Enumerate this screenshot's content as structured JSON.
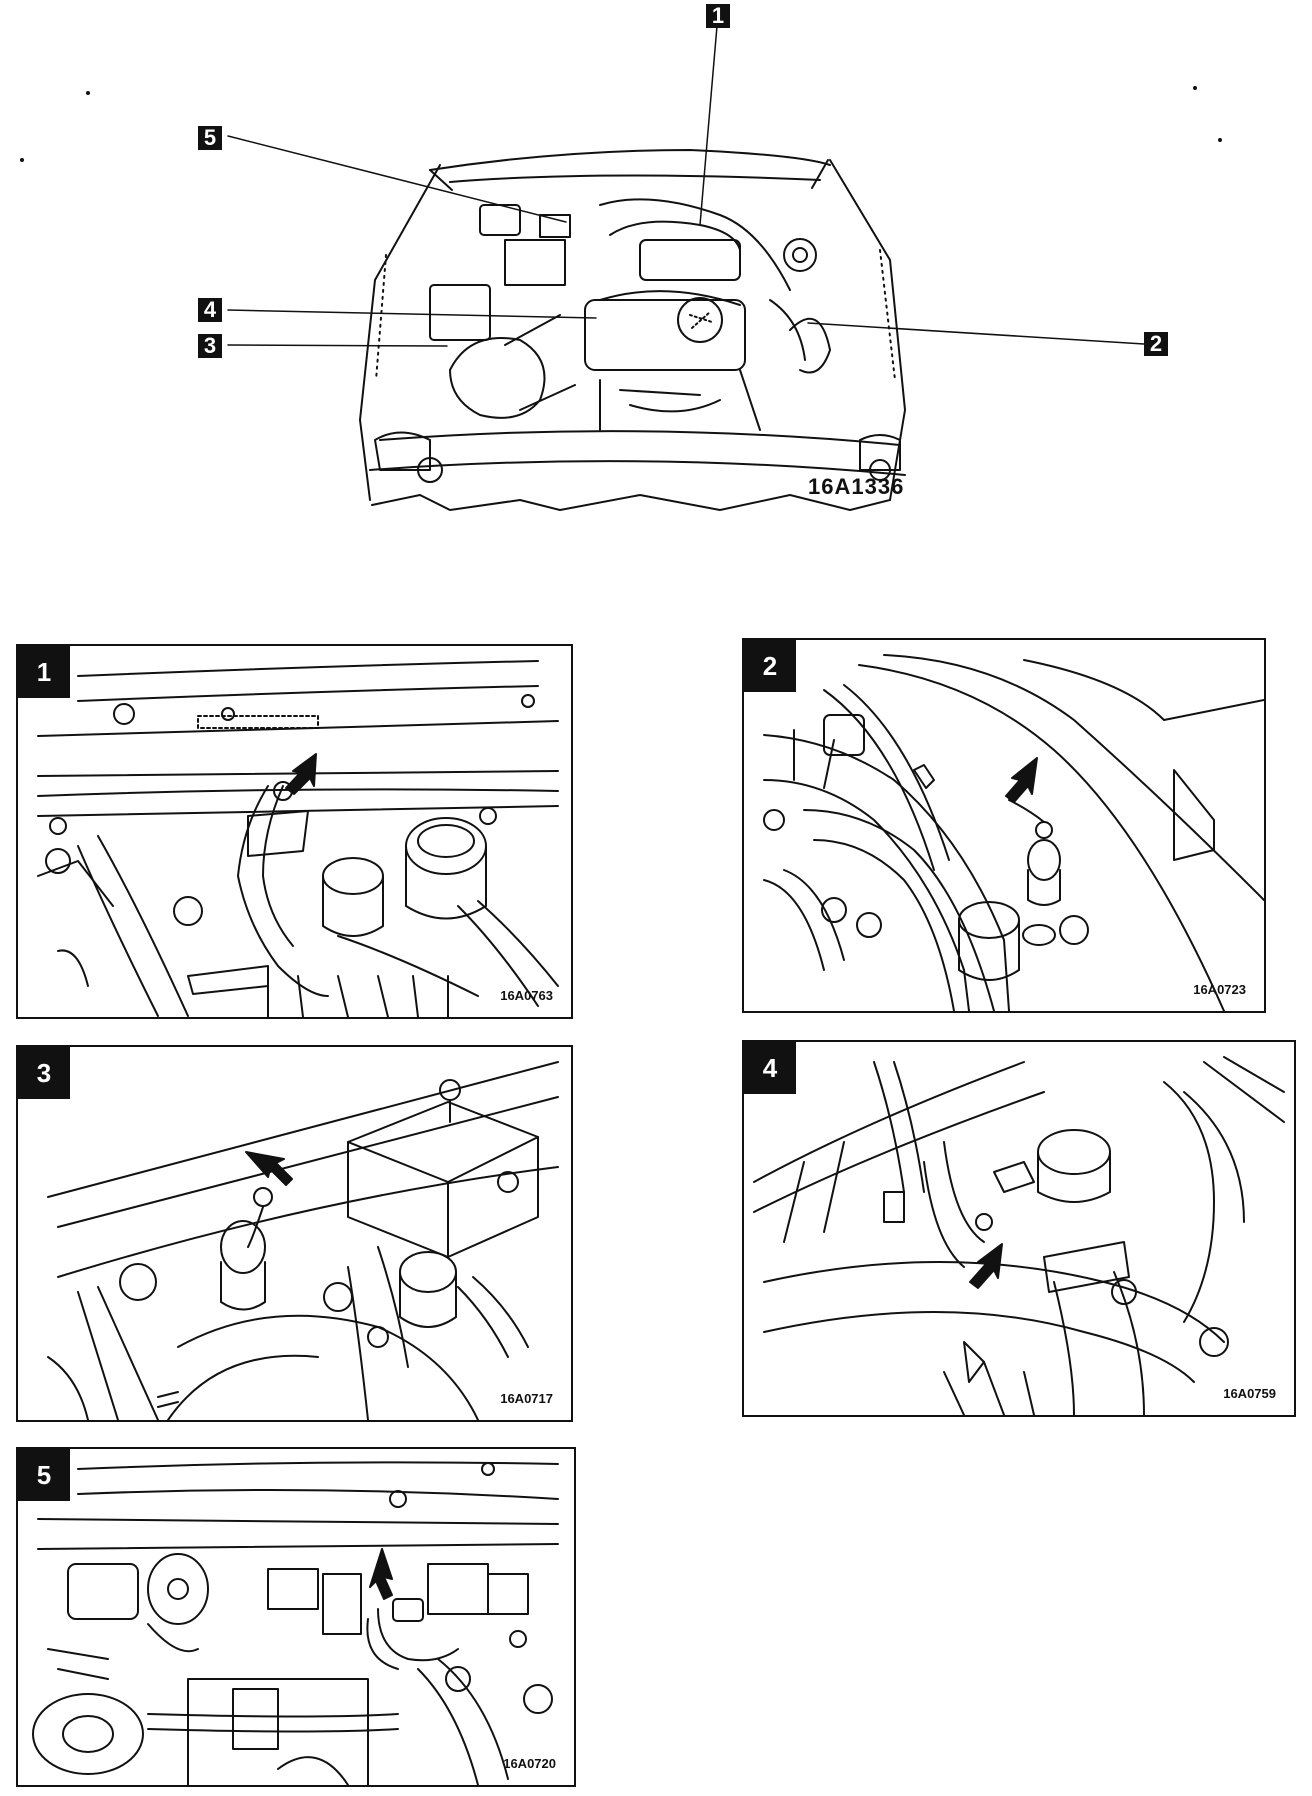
{
  "overview": {
    "figure_code": "16A1336",
    "callouts": [
      "1",
      "2",
      "3",
      "4",
      "5"
    ]
  },
  "panels": [
    {
      "number": "1",
      "code": "16A0763"
    },
    {
      "number": "2",
      "code": "16A0723"
    },
    {
      "number": "3",
      "code": "16A0717"
    },
    {
      "number": "4",
      "code": "16A0759"
    },
    {
      "number": "5",
      "code": "16A0720"
    }
  ],
  "colors": {
    "ink": "#111111",
    "paper": "#ffffff"
  },
  "icons": {
    "arrow": "ground-point-arrow-icon"
  }
}
